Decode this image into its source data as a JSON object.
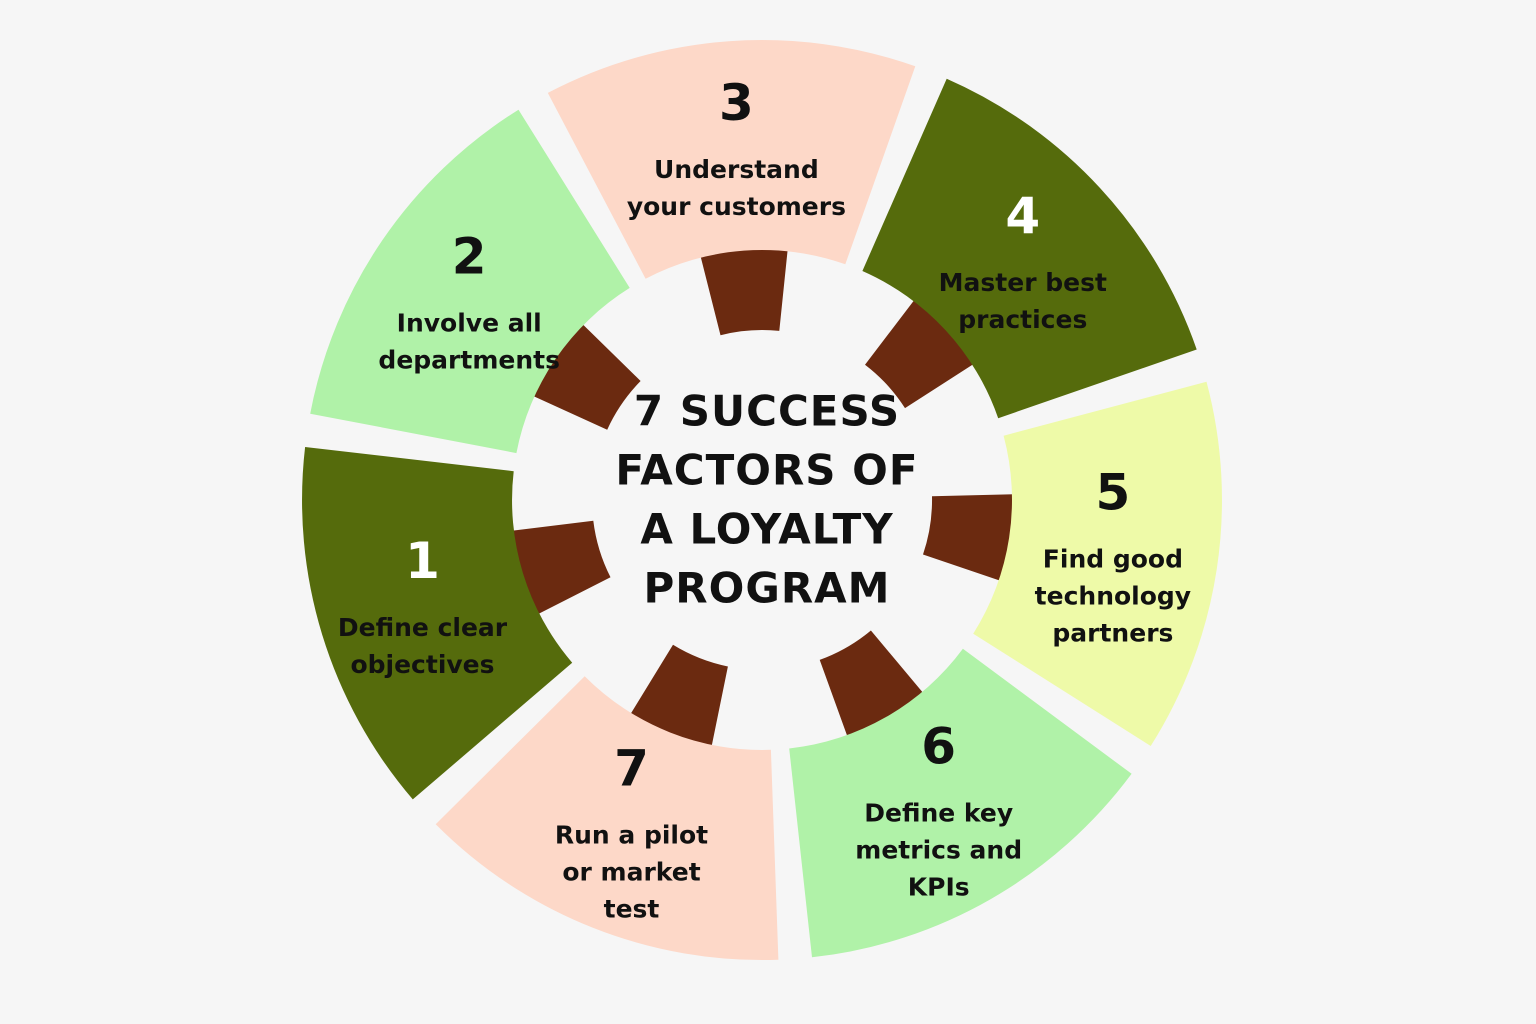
{
  "center_title": [
    "7 SUCCESS",
    "FACTORS OF",
    "A LOYALTY",
    "PROGRAM"
  ],
  "colors": {
    "dark_green": "#556b0c",
    "light_green": "#b0f2a8",
    "peach": "#fdd8c8",
    "pale_yellow": "#eefaa8",
    "tab": "#6b2a10",
    "text_dark": "#111111"
  },
  "segments": [
    {
      "number": "1",
      "lines": [
        "Define clear",
        "objectives"
      ],
      "color": "#556b0c",
      "text_color": "#ffffff",
      "label_color": "#111111"
    },
    {
      "number": "2",
      "lines": [
        "Involve all",
        "departments"
      ],
      "color": "#b0f2a8",
      "text_color": "#111111",
      "label_color": "#111111"
    },
    {
      "number": "3",
      "lines": [
        "Understand",
        "your customers"
      ],
      "color": "#fdd8c8",
      "text_color": "#111111",
      "label_color": "#111111"
    },
    {
      "number": "4",
      "lines": [
        "Master best",
        "practices"
      ],
      "color": "#556b0c",
      "text_color": "#ffffff",
      "label_color": "#111111"
    },
    {
      "number": "5",
      "lines": [
        "Find good",
        "technology",
        "partners"
      ],
      "color": "#eefaa8",
      "text_color": "#111111",
      "label_color": "#111111"
    },
    {
      "number": "6",
      "lines": [
        "Define key",
        "metrics and",
        "KPIs"
      ],
      "color": "#b0f2a8",
      "text_color": "#111111",
      "label_color": "#111111"
    },
    {
      "number": "7",
      "lines": [
        "Run a pilot",
        "or market",
        "test"
      ],
      "color": "#fdd8c8",
      "text_color": "#111111",
      "label_color": "#111111"
    }
  ]
}
